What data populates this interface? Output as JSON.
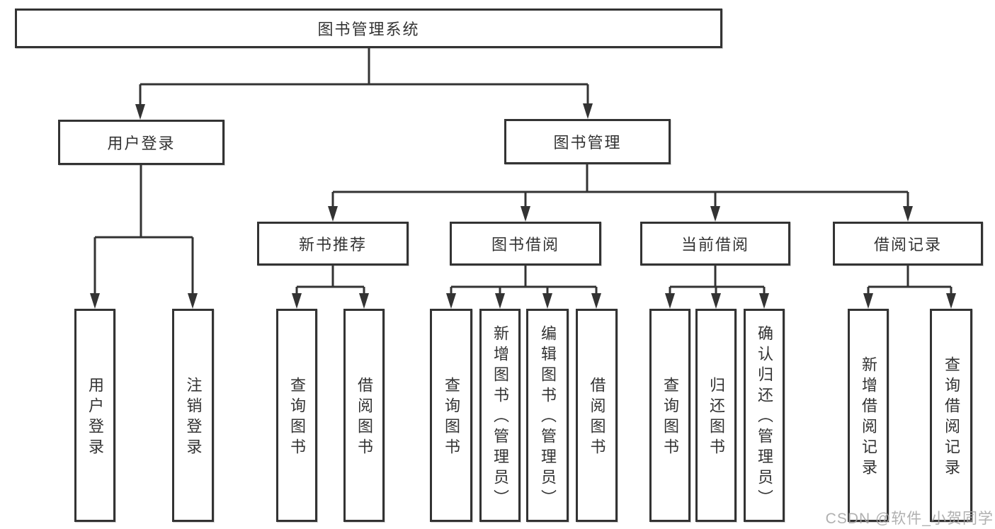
{
  "diagram": {
    "title": "图书管理系统",
    "nodes": {
      "root": "图书管理系统",
      "level2": [
        "用户登录",
        "图书管理"
      ],
      "level3": [
        "新书推荐",
        "图书借阅",
        "当前借阅",
        "借阅记录"
      ]
    },
    "leaves": {
      "login": [
        "用户登录",
        "注销登录"
      ],
      "recommend": [
        "查询图书",
        "借阅图书"
      ],
      "borrow": [
        "查询图书",
        "新增图书（管理员）",
        "编辑图书（管理员）",
        "借阅图书"
      ],
      "current": [
        "查询图书",
        "归还图书",
        "确认归还（管理员）"
      ],
      "record": [
        "新增借阅记录",
        "查询借阅记录"
      ]
    },
    "colors": {
      "line": "#333333",
      "box_border": "#333333",
      "box_fill": "#ffffff",
      "text": "#333333",
      "watermark": "#a3a3a3",
      "background": "#ffffff"
    }
  },
  "watermark": "CSDN @软件_小贺同学"
}
